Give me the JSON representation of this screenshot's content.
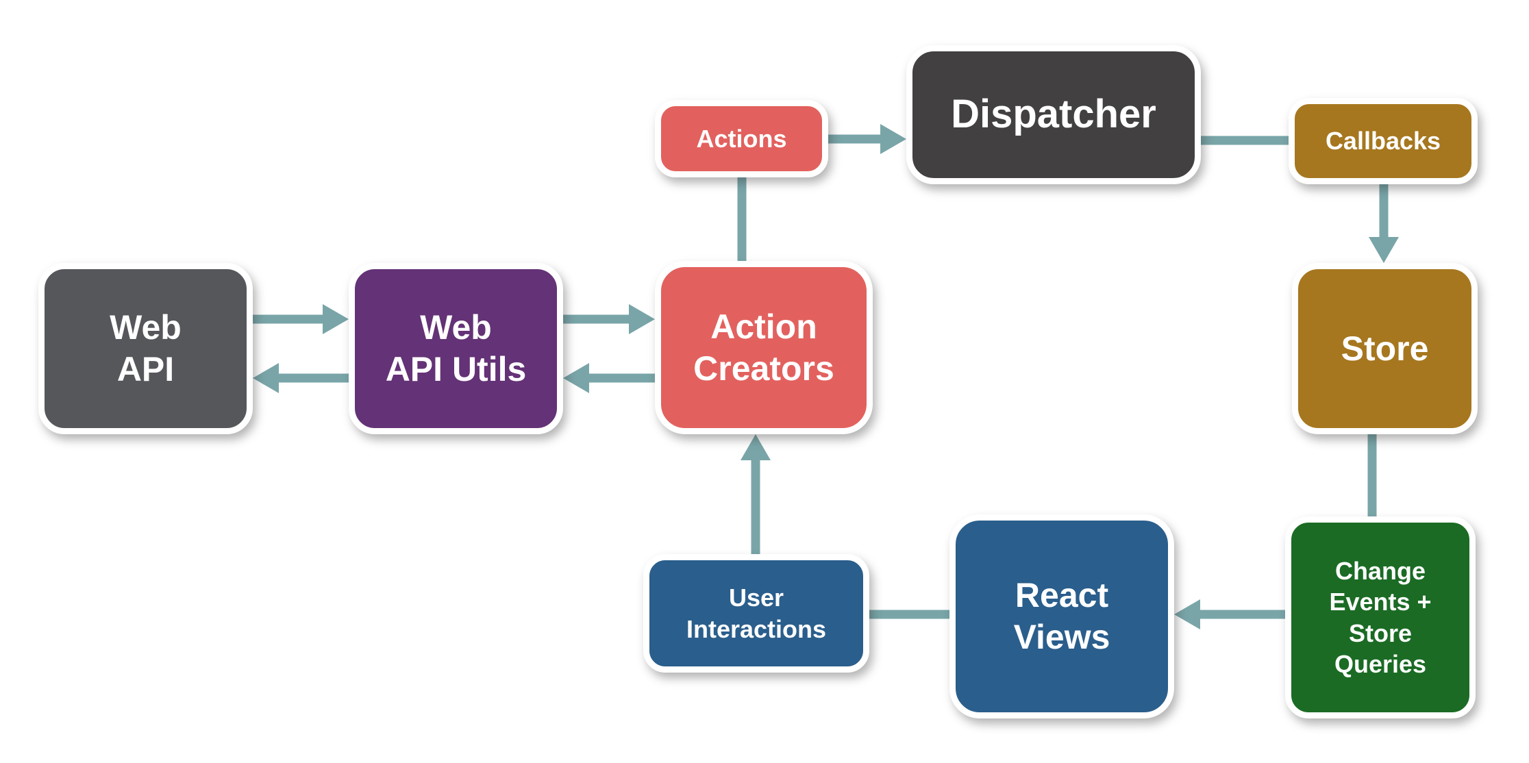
{
  "diagram": {
    "kind": "flowchart"
  },
  "nodes": {
    "web_api": {
      "lines": [
        "Web",
        "API"
      ]
    },
    "web_api_utils": {
      "lines": [
        "Web",
        "API Utils"
      ]
    },
    "action_creators": {
      "lines": [
        "Action",
        "Creators"
      ]
    },
    "actions": {
      "label": "Actions"
    },
    "dispatcher": {
      "label": "Dispatcher"
    },
    "callbacks": {
      "label": "Callbacks"
    },
    "store": {
      "label": "Store"
    },
    "change_events": {
      "lines": [
        "Change",
        "Events +",
        "Store",
        "Queries"
      ]
    },
    "react_views": {
      "lines": [
        "React",
        "Views"
      ]
    },
    "user_interactions": {
      "lines": [
        "User",
        "Interactions"
      ]
    }
  },
  "colors": {
    "coral": "#E2615E",
    "dark_gray": "#424041",
    "slate_gray": "#55575B",
    "purple": "#643276",
    "gold": "#A6771F",
    "green": "#1B6B24",
    "blue": "#2A5E8C",
    "connector_teal": "#79A5A8",
    "node_border": "#FFFFFF",
    "label_text": "#FFFFFF",
    "background": "#FFFFFF"
  }
}
